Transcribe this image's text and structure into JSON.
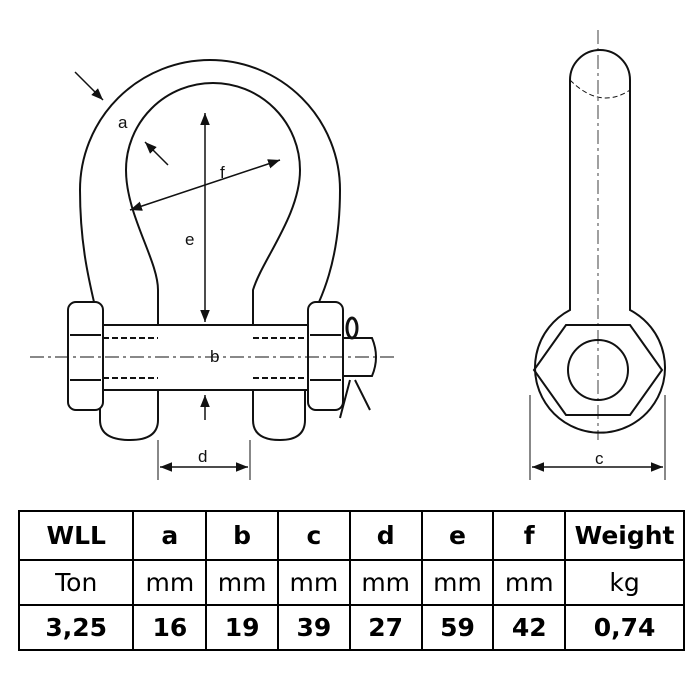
{
  "drawing": {
    "labels": {
      "a": "a",
      "b": "b",
      "c": "c",
      "d": "d",
      "e": "e",
      "f": "f"
    }
  },
  "table": {
    "headers": [
      "WLL",
      "a",
      "b",
      "c",
      "d",
      "e",
      "f",
      "Weight"
    ],
    "units": [
      "Ton",
      "mm",
      "mm",
      "mm",
      "mm",
      "mm",
      "mm",
      "kg"
    ],
    "values": [
      "3,25",
      "16",
      "19",
      "39",
      "27",
      "59",
      "42",
      "0,74"
    ]
  }
}
